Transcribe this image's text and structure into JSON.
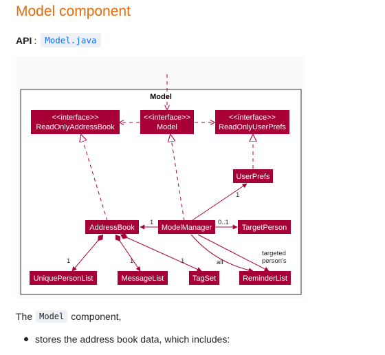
{
  "heading": "Model component",
  "api": {
    "label": "API",
    "separator": ":",
    "link_text": "Model.java"
  },
  "diagram": {
    "package_title": "Model",
    "nodes": {
      "read_only_address_book": {
        "stereotype": "<<interface>>",
        "name": "ReadOnlyAddressBook"
      },
      "model": {
        "stereotype": "<<interface>>",
        "name": "Model"
      },
      "read_only_user_prefs": {
        "stereotype": "<<interface>>",
        "name": "ReadOnlyUserPrefs"
      },
      "user_prefs": {
        "name": "UserPrefs"
      },
      "address_book": {
        "name": "AddressBook"
      },
      "model_manager": {
        "name": "ModelManager"
      },
      "target_person": {
        "name": "TargetPerson"
      },
      "unique_person_list": {
        "name": "UniquePersonList"
      },
      "message_list": {
        "name": "MessageList"
      },
      "tag_set": {
        "name": "TagSet"
      },
      "reminder_list": {
        "name": "ReminderList"
      }
    },
    "labels": {
      "mult_userprefs": "1",
      "mult_addressbook": "1",
      "mult_target": "0..1",
      "mult_unique": "1",
      "mult_message": "1",
      "mult_tagset": "1",
      "all": "all",
      "targeted": "targeted",
      "persons": "person's"
    },
    "colors": {
      "node_fill": "#a80036",
      "edge": "#a80036",
      "border": "#333333"
    }
  },
  "paragraph": {
    "before": "The",
    "code": "Model",
    "after": "component,"
  },
  "bullet": {
    "text": "stores the address book data, which includes:"
  }
}
